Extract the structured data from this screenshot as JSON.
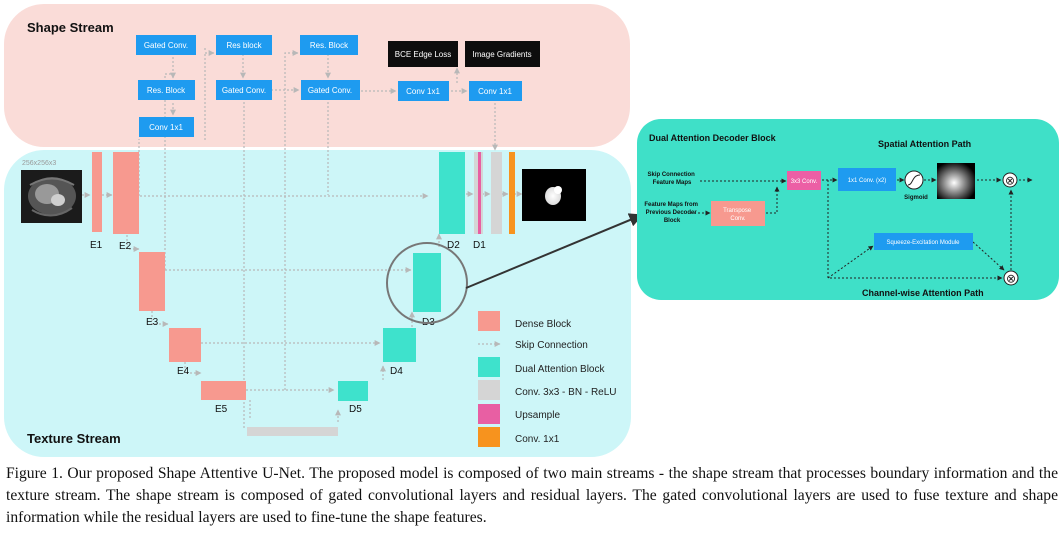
{
  "colors": {
    "shape_bg": "#fadcd8",
    "texture_bg": "#cdf6f8",
    "panel_bg": "#3fe0c8",
    "blue_block": "#1e9bf0",
    "black_block": "#0d0d0d",
    "dense": "#f7998f",
    "dual": "#3ee2cc",
    "conv_bn": "#d5d5d5",
    "upsample": "#e85fa3",
    "conv1x1": "#f7931e",
    "transpose": "#f7998f",
    "conv3x3": "#ec5fa5"
  },
  "shape_stream": {
    "title": "Shape Stream",
    "blocks": {
      "gated1": "Gated Conv.",
      "res_top1": "Res block",
      "res_top2": "Res. Block",
      "res_left": "Res. Block",
      "conv1x1_left": "Conv 1x1",
      "gated2": "Gated Conv.",
      "gated3": "Gated Conv.",
      "conv1x1_a": "Conv 1x1",
      "conv1x1_b": "Conv 1x1",
      "bce": "BCE Edge Loss",
      "gradients": "Image Gradients"
    }
  },
  "texture_stream": {
    "title": "Texture Stream",
    "input_size": "256x256x3",
    "encoders": [
      "E1",
      "E2",
      "E3",
      "E4",
      "E5"
    ],
    "decoders": [
      "D1",
      "D2",
      "D3",
      "D4",
      "D5"
    ]
  },
  "legend": [
    {
      "label": "Dense Block",
      "kind": "dense"
    },
    {
      "label": "Skip Connection",
      "kind": "skip"
    },
    {
      "label": "Dual Attention Block",
      "kind": "dual"
    },
    {
      "label": "Conv. 3x3 - BN - ReLU",
      "kind": "conv_bn"
    },
    {
      "label": "Upsample",
      "kind": "upsample"
    },
    {
      "label": "Conv. 1x1",
      "kind": "conv1x1"
    }
  ],
  "dual_attention": {
    "title": "Dual Attention Decoder Block",
    "spatial_path": "Spatial Attention Path",
    "channel_path": "Channel-wise Attention Path",
    "skip_input": [
      "Skip Connection",
      "Feature Maps"
    ],
    "prev_input": [
      "Feature Maps from",
      "Previous Decoder",
      "Block"
    ],
    "transpose": [
      "Transpose",
      "Conv."
    ],
    "conv3x3": "3x3 Conv.",
    "conv1x1x2": "1x1 Conv. (x2)",
    "sigmoid": "Sigmoid",
    "se_module": "Squeeze-Excitation Module",
    "multiply_symbol": "⊗"
  },
  "caption": "Figure 1. Our proposed Shape Attentive U-Net. The proposed model is composed of two main streams - the shape stream that processes boundary information and the texture stream. The shape stream is composed of gated convolutional layers and residual layers. The gated convolutional layers are used to fuse texture and shape information while the residual layers are used to fine-tune the shape features."
}
